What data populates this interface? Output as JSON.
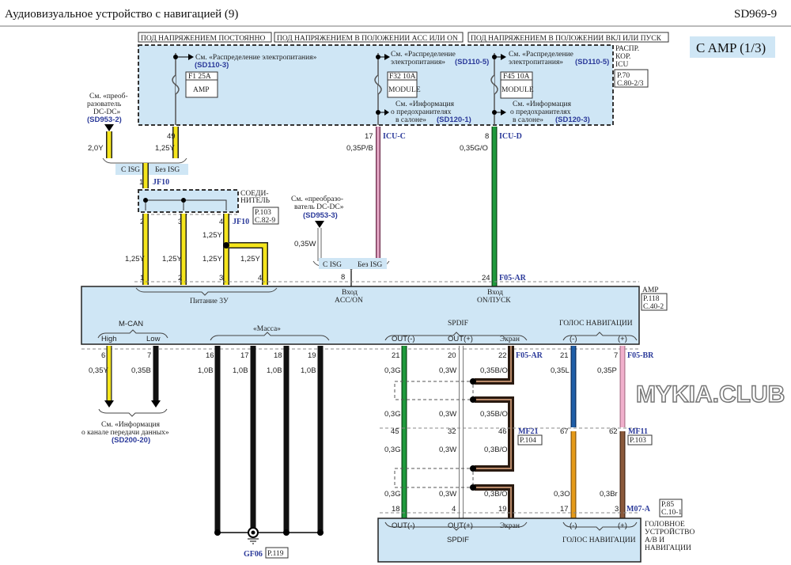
{
  "header": {
    "title": "Аудиовизуальное устройство с навигацией (9)",
    "code": "SD969-9"
  },
  "page_label": "C AMP (1/3)",
  "power_labels": [
    "ПОД НАПРЯЖЕНИЕМ ПОСТОЯННО",
    "ПОД НАПРЯЖЕНИЕМ В ПОЛОЖЕНИИ ACC ИЛИ ON",
    "ПОД НАПРЯЖЕНИЕМ В ПОЛОЖЕНИИ ВКЛ ИЛИ ПУСК"
  ],
  "icu": {
    "name_lines": [
      "РАСПР.",
      "КОР.",
      "ICU"
    ],
    "page": "P.70",
    "conn": "C.80-2/3"
  },
  "fuses": [
    {
      "id": "F1 25A",
      "name": "AMP",
      "see": "См. «Распределение электропитания»",
      "ref": "(SD110-3)"
    },
    {
      "id": "F32 10A",
      "name": "MODULE",
      "see_lines": [
        "См. «Распределение",
        "электропитания»"
      ],
      "ref": "(SD110-5)",
      "info_lines": [
        "См. «Информация",
        "о предохранителях",
        "в салоне»"
      ],
      "info_ref": "(SD120-1)"
    },
    {
      "id": "F45 10A",
      "name": "MODULE",
      "see_lines": [
        "См. «Распределение",
        "электропитания»"
      ],
      "ref": "(SD110-5)",
      "info_lines": [
        "См. «Информация",
        "о предохранителях",
        "в салоне»"
      ],
      "info_ref": "(SD120-3)"
    }
  ],
  "dcdc1": {
    "lines": [
      "См. «преоб-",
      "разователь",
      "DC-DC»"
    ],
    "ref": "(SD953-2)"
  },
  "dcdc2": {
    "lines": [
      "См. «преобразо-",
      "ватель DC-DC»"
    ],
    "ref": "(SD953-3)"
  },
  "isg": {
    "with": "C ISG",
    "without": "Без ISG"
  },
  "jf10": {
    "name": "JF10",
    "label_lines": [
      "СОЕДИ-",
      "НИТЕЛЬ"
    ],
    "page": "P.103",
    "conn": "C.82-9"
  },
  "wires_top": {
    "w49": {
      "pin": "49",
      "spec": "1,25Y"
    },
    "dc1": {
      "spec": "2,0Y"
    },
    "w17": {
      "pin": "17",
      "spec": "0,35P/B",
      "conn": "ICU-C"
    },
    "w8": {
      "pin": "8",
      "spec": "0,35G/O",
      "conn": "ICU-D"
    },
    "jf_pins": [
      "1",
      "2",
      "3",
      "4"
    ],
    "jf_specs": [
      "1,25Y",
      "1,25Y",
      "1,25Y",
      "1,25Y",
      "1,25Y"
    ],
    "amp_pins": [
      "1",
      "2",
      "3",
      "4"
    ],
    "dc2": {
      "spec": "0,35W"
    },
    "acc_pin": "8",
    "on_pin": "24",
    "on_conn": "F05-AR"
  },
  "amp": {
    "name": "AMP",
    "page": "P.118",
    "conn": "C.40-2",
    "power_label": "Питание 3У",
    "acc_lines": [
      "Вход",
      "ACC/ON"
    ],
    "on_lines": [
      "Вход",
      "ON/ПУСК"
    ],
    "mcan": "M-CAN",
    "high": "High",
    "low": "Low",
    "ground": "«Масса»",
    "spdif": "SPDIF",
    "out_minus": "OUT(-)",
    "out_plus": "OUT(+)",
    "shield": "Экран",
    "nav": "ГОЛОС НАВИГАЦИИ",
    "minus": "(-)",
    "plus": "(+)"
  },
  "bottom_wires": {
    "can": [
      {
        "pin": "6",
        "spec": "0,35Y"
      },
      {
        "pin": "7",
        "spec": "0,35B"
      }
    ],
    "can_info_lines": [
      "См. «Информация",
      "о канале передачи данных»"
    ],
    "can_ref": "(SD200-20)",
    "gnd": [
      {
        "pin": "16",
        "spec": "1,0B"
      },
      {
        "pin": "17",
        "spec": "1,0B"
      },
      {
        "pin": "18",
        "spec": "1,0B"
      },
      {
        "pin": "19",
        "spec": "1,0B"
      }
    ],
    "gnd_conn": "GF06",
    "gnd_page": "P.119",
    "amp_pins": [
      "21",
      "20",
      "22",
      "21",
      "7"
    ],
    "amp_conn1": "F05-AR",
    "amp_conn2": "F05-BR",
    "specs1": [
      "0,3G",
      "0,3W",
      "0,35B/O",
      "0,35L",
      "0,35P"
    ],
    "specs2": [
      "0,3G",
      "0,3W",
      "0,35B/O"
    ],
    "mid_pins": [
      "45",
      "32",
      "46",
      "67",
      "62"
    ],
    "mid_conn1": "MF21",
    "mid_page1": "P.104",
    "mid_conn2": "MF11",
    "mid_page2": "P.103",
    "specs3": [
      "0,3G",
      "0,3W",
      "0,3B/O"
    ],
    "specs4": [
      "0,3G",
      "0,3W",
      "0,3B/O",
      "0,3O",
      "0,3Br"
    ],
    "hu_pins": [
      "18",
      "4",
      "19",
      "17",
      "3"
    ],
    "hu_conn": "M07-A",
    "hu_page": "P.85",
    "hu_c": "C.10-1"
  },
  "head_unit": {
    "name_lines": [
      "ГОЛОВНОЕ",
      "УСТРОЙСТВО",
      "А/В И",
      "НАВИГАЦИИ"
    ],
    "spdif": "SPDIF",
    "out_minus": "OUT(-)",
    "out_plus": "OUT(+)",
    "shield": "Экран",
    "nav": "ГОЛОС НАВИГАЦИИ",
    "minus": "(-)",
    "plus": "(+)"
  },
  "watermark": "MYKIA.CLUB",
  "colors": {
    "box_fill": "#cfe6f5",
    "yellow": "#f5e51c",
    "pink": "#e3a6c4",
    "green": "#1f9a3c",
    "blue": "#1f5fa8",
    "orange": "#e59a18",
    "brown": "#8b5a3c",
    "black": "#111111",
    "ref_blue": "#2b3a9a"
  }
}
